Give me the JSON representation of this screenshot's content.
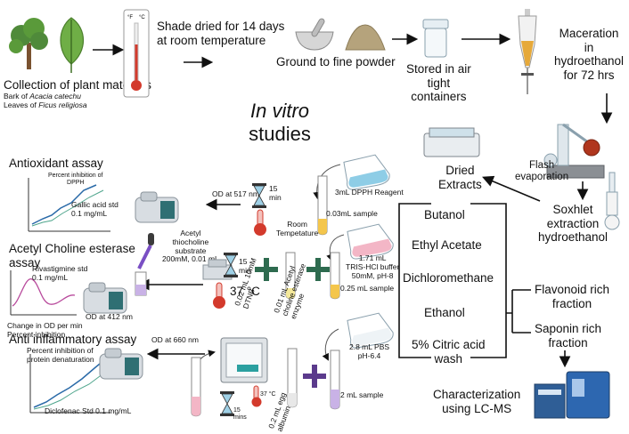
{
  "collection": {
    "title": "Collection of plant materials",
    "line1_prefix": "Bark of ",
    "line1_species": "Acacia catechu",
    "line2_prefix": "Leaves of ",
    "line2_species": "Ficus religiosa"
  },
  "thermometer": {
    "f_label": "°F",
    "c_label": "°C"
  },
  "steps": {
    "shade_dried": "Shade dried for 14 days\nat room temperature",
    "ground": "Ground to fine powder",
    "stored": "Stored in air\ntight\ncontainers",
    "maceration": "Maceration\nin\nhydroethanol\nfor 72 hrs",
    "flash": "Flash\nevaporation",
    "soxhlet": "Soxhlet\nextraction\nhydroethanol",
    "dried_extracts": "Dried\nExtracts"
  },
  "studies": {
    "line1": "In vitro",
    "line2": "studies"
  },
  "solvents": [
    "Butanol",
    "Ethyl Acetate",
    "Dichloromethane",
    "Ethanol",
    "5% Citric acid\nwash"
  ],
  "fractions": {
    "flavonoid": "Flavonoid rich\nfraction",
    "saponin": "Saponin rich\nfraction",
    "characterization": "Characterization\nusing LC-MS"
  },
  "antioxidant": {
    "title": "Antioxidant assay",
    "chart_label": "Percent inhibition of\nDPPH",
    "std": "Gallic acid std\n0.1 mg/mL",
    "od": "OD at 517 nm",
    "timer": "15\nmin",
    "room_temp": "Room\nTempetature",
    "reagent": "3mL DPPH Reagent",
    "sample": "0.03mL sample"
  },
  "ache": {
    "title": "Acetyl Choline esterase\nassay",
    "std": "Rivastigmine std\n0.1 mg/mL",
    "od": "OD at 412 nm",
    "change": "Change in OD per min\nPercent inhibition",
    "substrate": "Acetyl\nthiocholine\nsubstrate\n200mM, 0.01 mL",
    "timer": "15\nmin",
    "temp": "37 °C",
    "dtnb": "0.02 mL 10mM\nDTNB",
    "enzyme": "0.01 mL Acetyl\ncholine esterase\nenzyme",
    "tris": "1.71 mL\nTRIS-HCl buffer\n50mM, pH-8",
    "sample": "0.25 mL sample"
  },
  "anti_inflammatory": {
    "title": "Anti inflammatory assay",
    "od": "OD at 660 nm",
    "chart_label": "Percent inhibition of\nprotein denaturation",
    "std": "Diclofenac Std 0.1 mg/mL",
    "temp": "37 °C",
    "timer": "15\nmins",
    "egg": "0.2 mL egg\nalbumin",
    "pbs": "2.8 mL PBS\npH-6.4",
    "sample": "2 mL sample"
  },
  "colors": {
    "arrow": "#111111",
    "plus_green": "#2e6b4f",
    "plus_purple": "#5b3a8c",
    "tube_yellow": "#f4c64c",
    "tube_blue": "#8ecde6",
    "tube_pink": "#f3b6c6",
    "tube_purple": "#c9b2e6",
    "thermo_red": "#d33a2c",
    "leaf_green": "#5a9a3a",
    "machine_grey": "#d8dde2",
    "machine_teal": "#2f6f73"
  }
}
